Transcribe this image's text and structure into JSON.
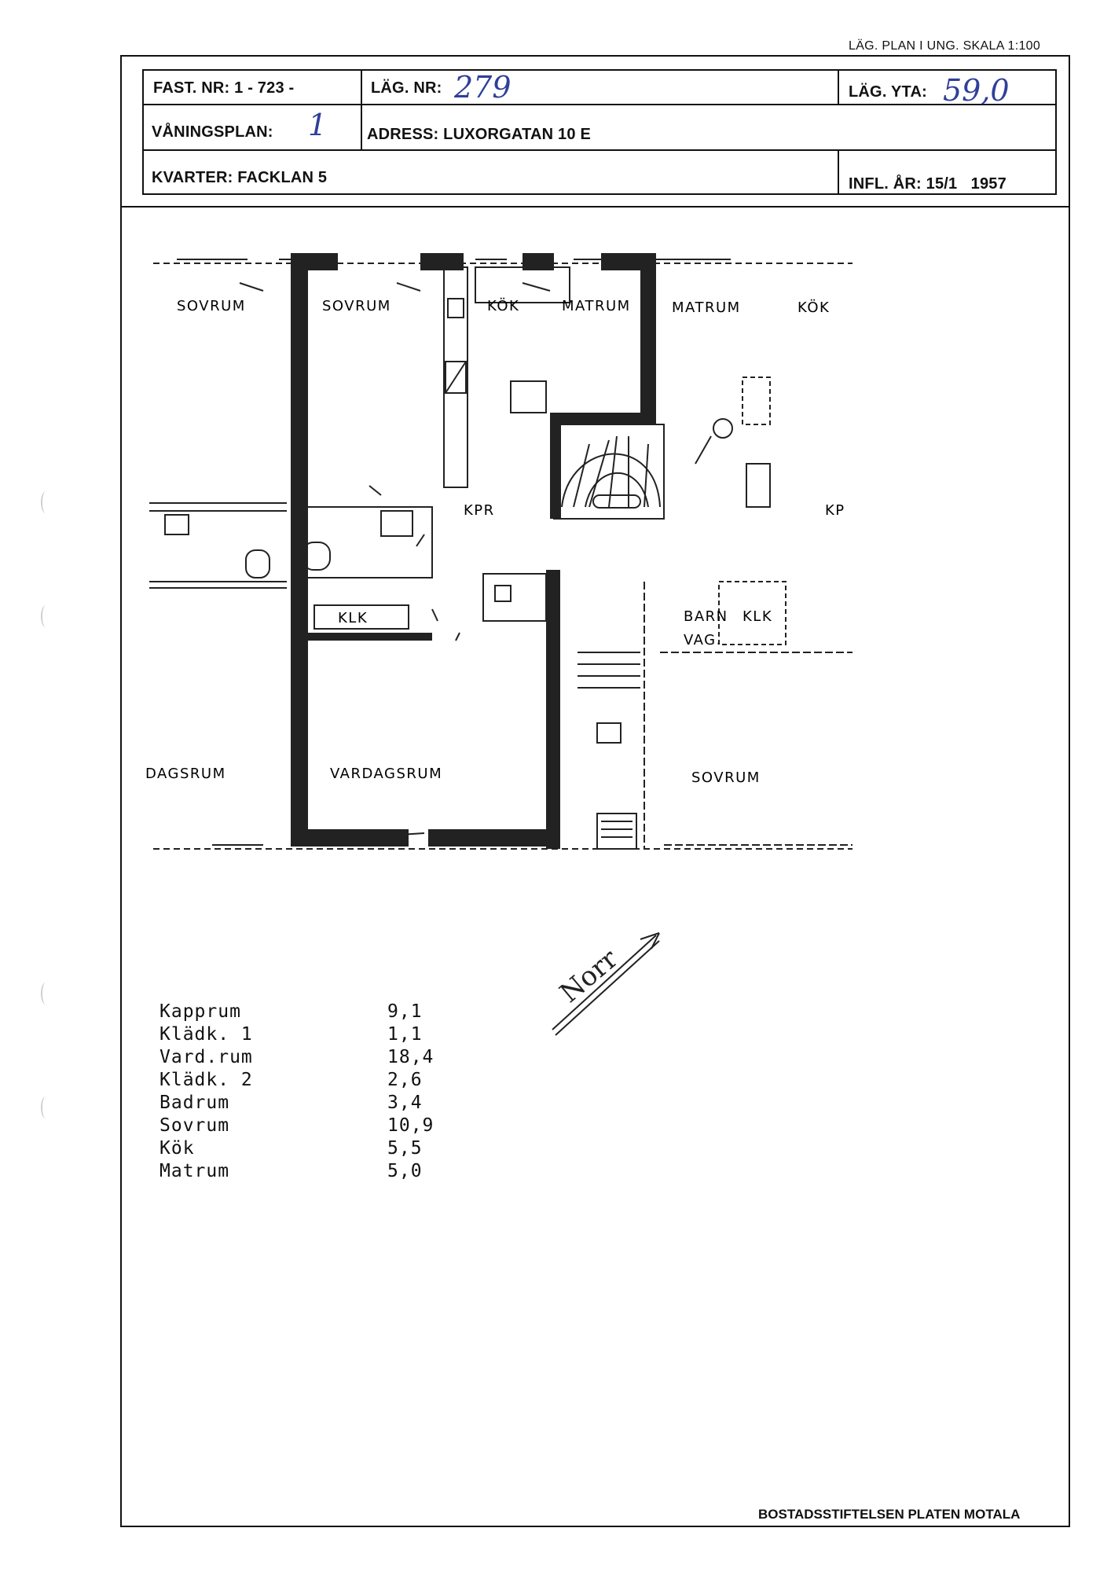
{
  "scale_note": "LÄG. PLAN I UNG. SKALA 1:100",
  "header": {
    "fast_nr_label": "FAST. NR: 1 - 723 -",
    "lag_nr_label": "LÄG. NR:",
    "lag_nr_value": "279",
    "lag_yta_label": "LÄG. YTA:",
    "lag_yta_value": "59,0",
    "vaningsplan_label": "VÅNINGSPLAN:",
    "vaningsplan_value": "1",
    "adress": "ADRESS: LUXORGATAN 10 E",
    "kvarter": "KVARTER: FACKLAN 5",
    "infl_ar": "INFL. ÅR: 15/1   1957"
  },
  "plan": {
    "rooms": [
      {
        "label": "SOVRUM"
      },
      {
        "label": "SOVRUM"
      },
      {
        "label": "KÖK"
      },
      {
        "label": "MATRUM"
      },
      {
        "label": "MATRUM"
      },
      {
        "label": "KÖK"
      },
      {
        "label": "KPR"
      },
      {
        "label": "KP"
      },
      {
        "label": "KLK"
      },
      {
        "label": "BARN"
      },
      {
        "label": "VAG."
      },
      {
        "label": "KLK"
      },
      {
        "label": "DAGSRUM"
      },
      {
        "label": "VARDAGSRUM"
      },
      {
        "label": "SOVRUM"
      }
    ],
    "north_label": "Norr"
  },
  "areas": [
    {
      "name": "Kapprum",
      "value": "9,1"
    },
    {
      "name": "Klädk. 1",
      "value": "1,1"
    },
    {
      "name": "Vard.rum",
      "value": "18,4"
    },
    {
      "name": "Klädk. 2",
      "value": "2,6"
    },
    {
      "name": "Badrum",
      "value": "3,4"
    },
    {
      "name": "Sovrum",
      "value": "10,9"
    },
    {
      "name": "Kök",
      "value": "5,5"
    },
    {
      "name": "Matrum",
      "value": "5,0"
    }
  ],
  "footer": "BOSTADSSTIFTELSEN PLATEN MOTALA"
}
